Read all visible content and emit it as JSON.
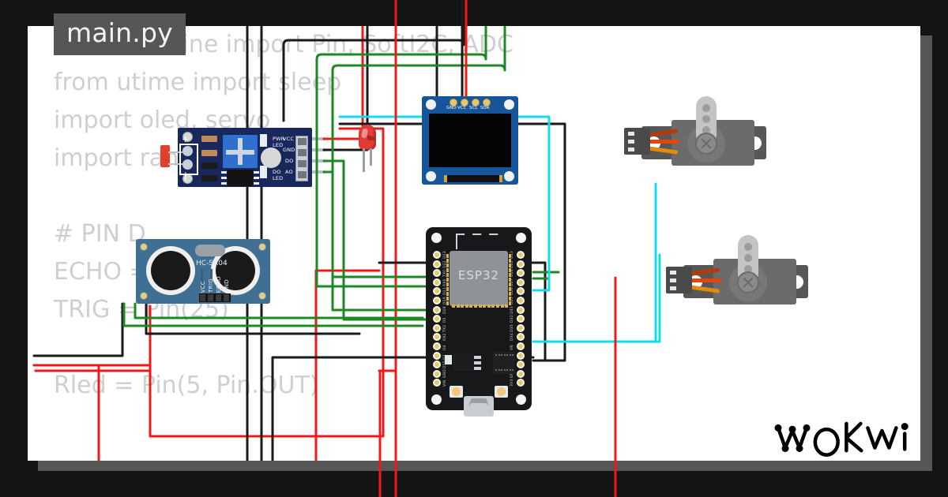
{
  "project": {
    "title": "main.py",
    "brand": "WOKWI"
  },
  "code_watermark": {
    "lines": [
      "from machine import Pin, SoftI2C, ADC",
      "from utime import sleep",
      "import ole                 servo",
      "import random",
      "",
      "# PIN D",
      "ECHO = Pin(26)",
      "TRIG = Pin(25)",
      "",
      "Rled = Pin(5, Pin.OUT)"
    ],
    "full_text": "from machine import Pin, SoftI2C, ADC\nfrom utime import sleep\nimport oled, servo\nimport random\n\n# PIN D\nECHO = Pin(26)\nTRIG = Pin(25)\n\nRled = Pin(5, Pin.OUT)"
  },
  "parts": [
    {
      "id": "ldr1",
      "name": "LDR / Photoresistor Module",
      "labels": {
        "pwr_led": "PWR\nLED",
        "do_led": "DO\nLED",
        "plus": "+",
        "minus": "|"
      },
      "pins": [
        "VCC",
        "GND",
        "DO",
        "AO"
      ]
    },
    {
      "id": "led1",
      "name": "Red LED",
      "color": "#e23b35"
    },
    {
      "id": "oled1",
      "name": "SSD1306 OLED Display 128x64",
      "pins": [
        "GND",
        "VCC",
        "SCL",
        "SDA"
      ]
    },
    {
      "id": "ultrasonic1",
      "name": "HC-SR04 Ultrasonic Distance Sensor",
      "silkscreen": "HC-SR04",
      "pins": [
        "VCC",
        "TRIG",
        "ECHO",
        "GND"
      ]
    },
    {
      "id": "esp1",
      "name": "ESP32 DevKit V1",
      "silkscreen": "ESP32",
      "pins_left": [
        "D23",
        "D22",
        "TX0",
        "RX0",
        "D21",
        "D19",
        "D18",
        "D5",
        "TX2",
        "RX2",
        "D4",
        "D2",
        "D15",
        "GND",
        "VIN"
      ],
      "pins_right": [
        "D13",
        "D12",
        "D14",
        "D27",
        "D26",
        "D25",
        "D33",
        "D32",
        "D35",
        "D34",
        "VN",
        "VP",
        "EN",
        "GND",
        "3V3"
      ]
    },
    {
      "id": "servo1",
      "name": "Micro Servo (Top)",
      "wires": [
        "GND",
        "V+",
        "PWM"
      ]
    },
    {
      "id": "servo2",
      "name": "Micro Servo (Bottom)",
      "wires": [
        "GND",
        "V+",
        "PWM"
      ]
    }
  ],
  "wire_colors": {
    "power_red": "#f01818",
    "ground_black": "#1a1a1a",
    "signal_green": "#1b8a22",
    "signal_cyan": "#14dcf0",
    "servo_orange": "#e06a10",
    "servo_brown": "#b33a0a"
  },
  "theme": {
    "page_background": "#141414",
    "canvas_background": "#ffffff",
    "canvas_shadow": "#565656",
    "title_badge_background": "#565656",
    "title_badge_text": "#f2f2f2",
    "code_watermark_color": "#cfcfcf",
    "pcb_blue_dark": "#18285c",
    "pcb_blue_oled": "#17559b",
    "pcb_blue_sr04": "#3f6f93",
    "pcb_black_esp": "#17181a",
    "servo_gray": "#6b6b6b"
  }
}
